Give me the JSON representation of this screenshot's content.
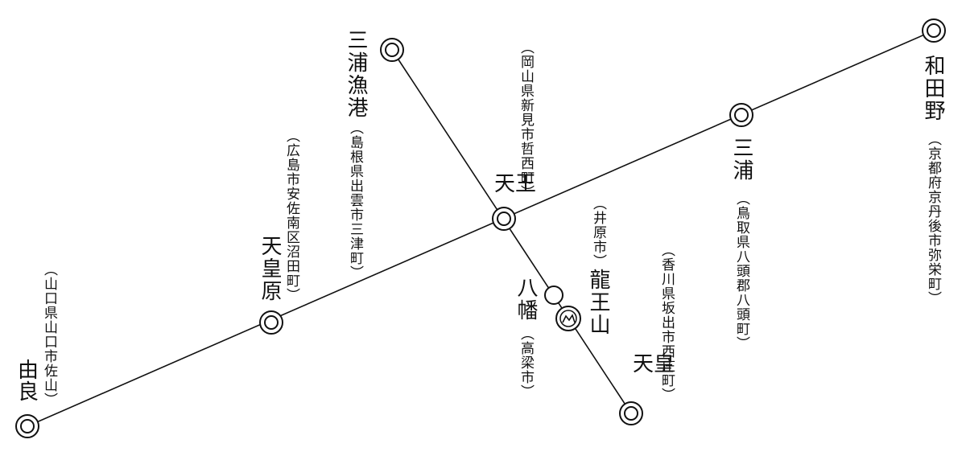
{
  "colors": {
    "line": "#111111",
    "background": "#ffffff"
  },
  "stations": {
    "yura": {
      "name": "由良",
      "address": "（山口県山口市佐山）"
    },
    "tennoubara": {
      "name": "天皇原",
      "address": "（広島市安佐南区沼田町）"
    },
    "miuragyokou": {
      "name": "三浦漁港",
      "address": "（島根県出雲市三津町）"
    },
    "tennou": {
      "name": "天王",
      "address": "（岡山県新見市哲西町）"
    },
    "yawata": {
      "name": "八幡",
      "address": "（高梁市）"
    },
    "ryuouzan": {
      "name": "龍王山",
      "address": "（井原市）"
    },
    "tennou2": {
      "name": "天皇",
      "address": "（香川県坂出市西庄町）"
    },
    "miura": {
      "name": "三浦",
      "address": "（鳥取県八頭郡八頭町）"
    },
    "wadano": {
      "name": "和田野",
      "address": "（京都府京丹後市弥栄町）"
    }
  },
  "icons": {
    "ryuouzan_marker": "fuji-mountain-icon",
    "station_marker": "double-circle-icon"
  }
}
